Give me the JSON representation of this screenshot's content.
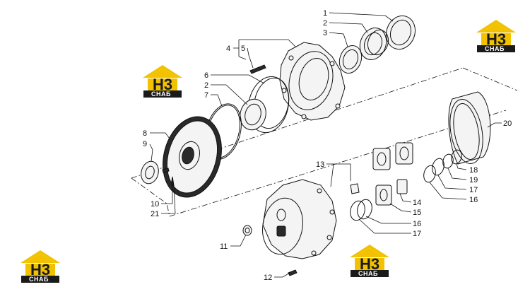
{
  "diagram": {
    "callouts": {
      "c1": "1",
      "c2a": "2",
      "c3": "3",
      "c4": "4",
      "c5": "5",
      "c6": "6",
      "c2b": "2",
      "c7": "7",
      "c8": "8",
      "c9": "9",
      "c10": "10",
      "c21": "21",
      "c13": "13",
      "c11": "11",
      "c12": "12",
      "c14": "14",
      "c15": "15",
      "c16a": "16",
      "c17a": "17",
      "c18": "18",
      "c19": "19",
      "c17b": "17",
      "c16b": "16",
      "c20": "20"
    }
  },
  "watermark": {
    "logo_text": "Н3",
    "logo_subtext": "СНАБ",
    "colors": {
      "roof": "#f2c200",
      "dark": "#1a1a1a",
      "badge_bg": "#ffffff"
    }
  }
}
